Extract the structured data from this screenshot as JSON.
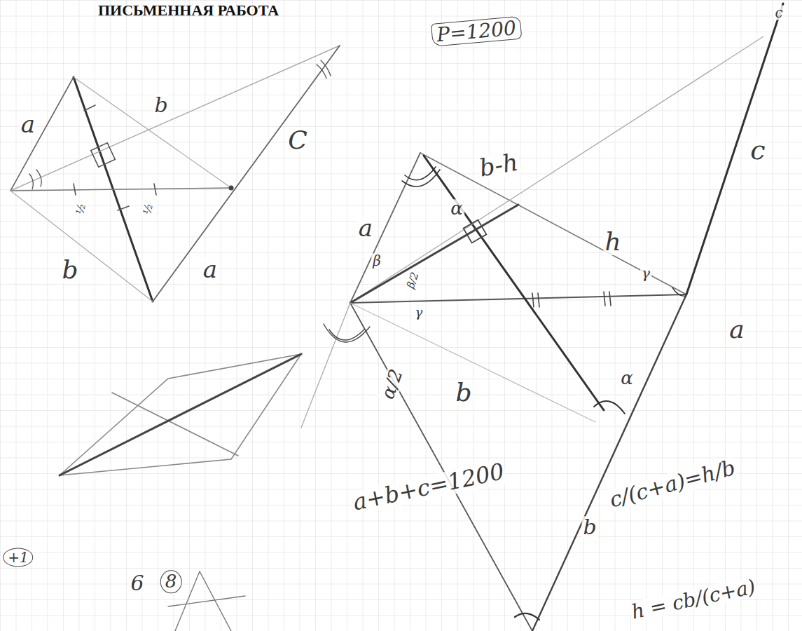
{
  "diagram": {
    "title": "ПИСЬМЕННАЯ РАБОТА",
    "labels": [
      "P=1200",
      "a",
      "b",
      "C",
      "b",
      "a",
      "½",
      "½",
      "a",
      "b-h",
      "h",
      "c",
      "a",
      "b",
      "α",
      "β",
      "β/2",
      "γ",
      "γ",
      "α/2",
      "α",
      "a+b+c=1200",
      "b",
      "c/(c+a)=h/b",
      "h = cb/(c+a)",
      "+1",
      "6",
      "8",
      "c"
    ]
  }
}
